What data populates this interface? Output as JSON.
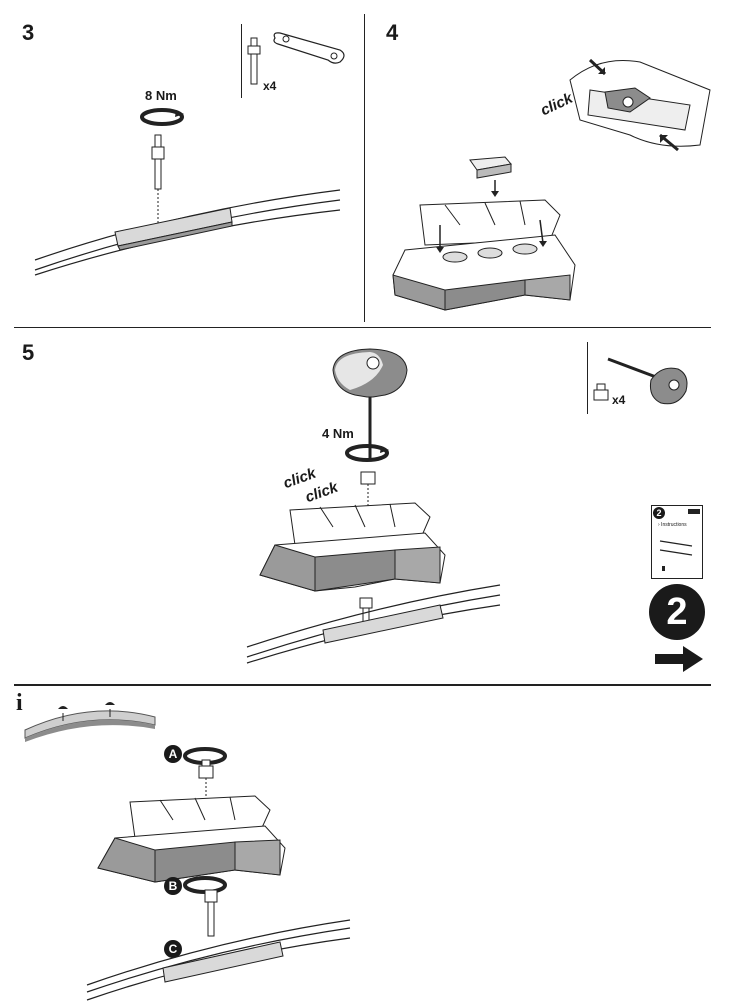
{
  "steps": {
    "s3": {
      "number": "3",
      "torque": "8 Nm",
      "qty": "x4"
    },
    "s4": {
      "number": "4",
      "click": "click"
    },
    "s5": {
      "number": "5",
      "torque": "4 Nm",
      "click1": "click",
      "click2": "click",
      "qty": "x4"
    },
    "info": {
      "label": "i",
      "markers": [
        "A",
        "B",
        "C"
      ]
    }
  },
  "booklet": {
    "number": "2",
    "heading": "› Instructions",
    "next_number": "2"
  },
  "icons": [
    "torque-arrow-icon",
    "arrow-right-icon",
    "hex-key-icon",
    "bolt-icon",
    "nut-icon",
    "plate-icon"
  ],
  "colors": {
    "ink": "#1a1a1a",
    "gray": "#8c8c8c",
    "light": "#cfcfcf"
  }
}
